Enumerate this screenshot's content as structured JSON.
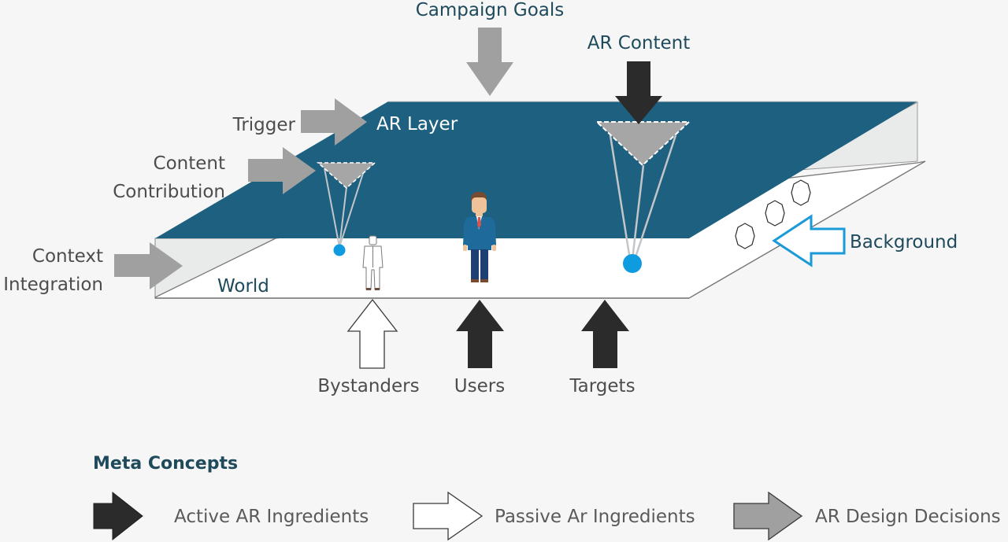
{
  "colors": {
    "background": "#f6f6f6",
    "ar_layer": "#1e6080",
    "world_layer": "#ffffff",
    "layer_side": "#e9eaea",
    "active_arrow": "#2b2b2b",
    "passive_arrow": "#ffffff",
    "design_arrow": "#a0a0a0",
    "content_triangle": "#a6a6a6",
    "anchor_dot": "#0f9be0",
    "background_arrow": "#1a9ad6",
    "label_dark": "#1f4a5c"
  },
  "layers": {
    "ar_layer_label": "AR Layer",
    "world_label": "World"
  },
  "inputs": {
    "campaign_goals": {
      "label": "Campaign Goals",
      "type": "design-decision"
    },
    "ar_content": {
      "label": "AR Content",
      "type": "active"
    },
    "trigger": {
      "label": "Trigger",
      "type": "design-decision"
    },
    "content_contribution": {
      "label_line1": "Content",
      "label_line2": "Contribution",
      "type": "design-decision"
    },
    "context_integration": {
      "label_line1": "Context",
      "label_line2": "Integration",
      "type": "design-decision"
    },
    "background": {
      "label": "Background",
      "type": "background"
    },
    "bystanders": {
      "label": "Bystanders",
      "type": "passive"
    },
    "users": {
      "label": "Users",
      "type": "active"
    },
    "targets": {
      "label": "Targets",
      "type": "active"
    }
  },
  "legend": {
    "title": "Meta Concepts",
    "items": [
      {
        "label": "Active AR Ingredients",
        "type": "active"
      },
      {
        "label": "Passive Ar Ingredients",
        "type": "passive"
      },
      {
        "label": "AR Design Decisions",
        "type": "design-decision"
      }
    ]
  }
}
